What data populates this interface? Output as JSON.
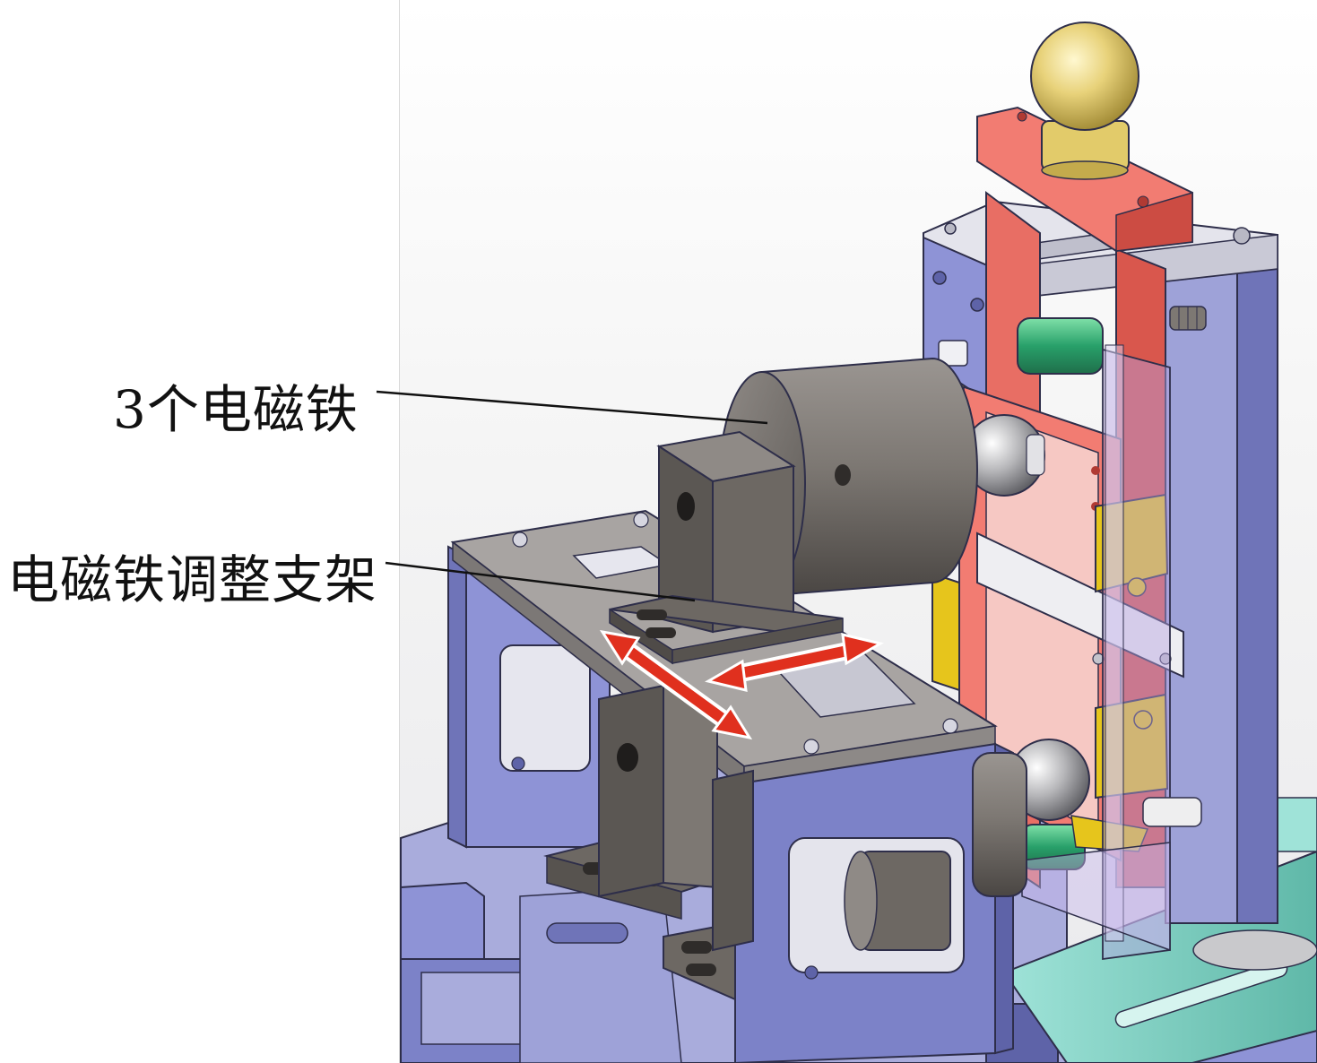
{
  "callouts": {
    "electromagnets": "3个电磁铁",
    "adjustment_bracket": "电磁铁调整支架"
  },
  "colors": {
    "frame_blue": "#8e93d6",
    "red_plate": "#f27c72",
    "magnet_gray": "#6d6863",
    "bracket_gray": "#5b5753",
    "yellow_clamp": "#e6c51c",
    "arrow_red": "#e0301e",
    "green_part": "#28a06a",
    "gold_knob": "#e8d27a"
  },
  "icons": {
    "adjust_direction": "double-headed-arrow"
  }
}
